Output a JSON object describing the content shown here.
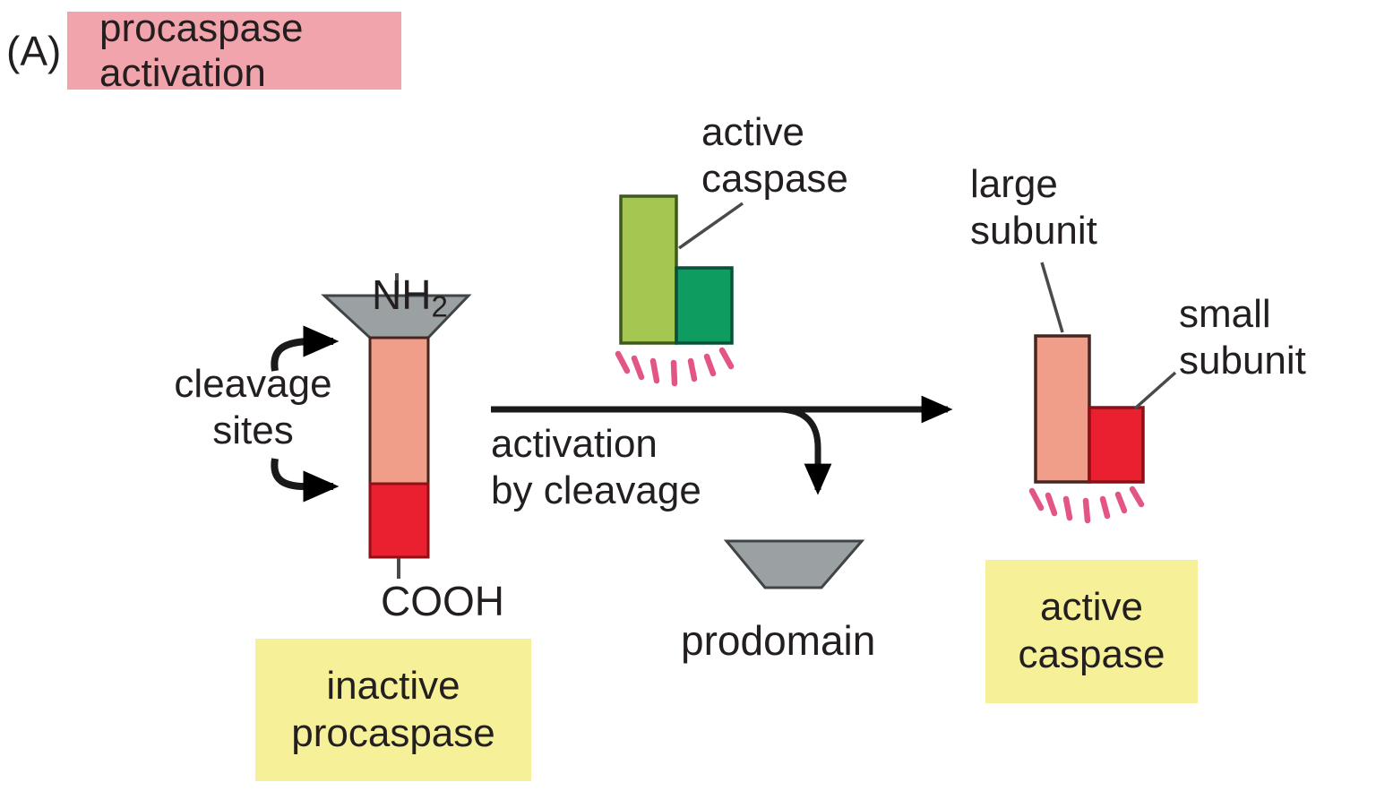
{
  "panel_label": "(A)",
  "title": "procaspase activation",
  "colors": {
    "text": "#231f20",
    "title_bg": "#f2a4ac",
    "caption_bg_yellow": "#f6f099",
    "prodomain_gray": "#9ba0a2",
    "prodomain_stroke": "#3f4447",
    "salmon": "#f09e89",
    "salmon_stroke": "#46261f",
    "red": "#ea2030",
    "red_stroke": "#8c1016",
    "light_green": "#a5c751",
    "light_green_stroke": "#3c5a1e",
    "dark_green": "#0f9c61",
    "dark_green_stroke": "#07503a",
    "ray_pink": "#e25585",
    "arrow_black": "#1a1a1a",
    "pointer_gray": "#4a4a4a"
  },
  "left_structure": {
    "nh_main": "NH",
    "nh_sub": "2",
    "cooh_label": "COOH",
    "cleavage_label": "cleavage\nsites",
    "caption": "inactive\nprocaspase"
  },
  "enzyme": {
    "label": "active\ncaspase"
  },
  "reaction": {
    "label": "activation\nby cleavage"
  },
  "prodomain": {
    "label": "prodomain"
  },
  "product": {
    "large_label": "large\nsubunit",
    "small_label": "small\nsubunit",
    "caption": "active\ncaspase"
  }
}
